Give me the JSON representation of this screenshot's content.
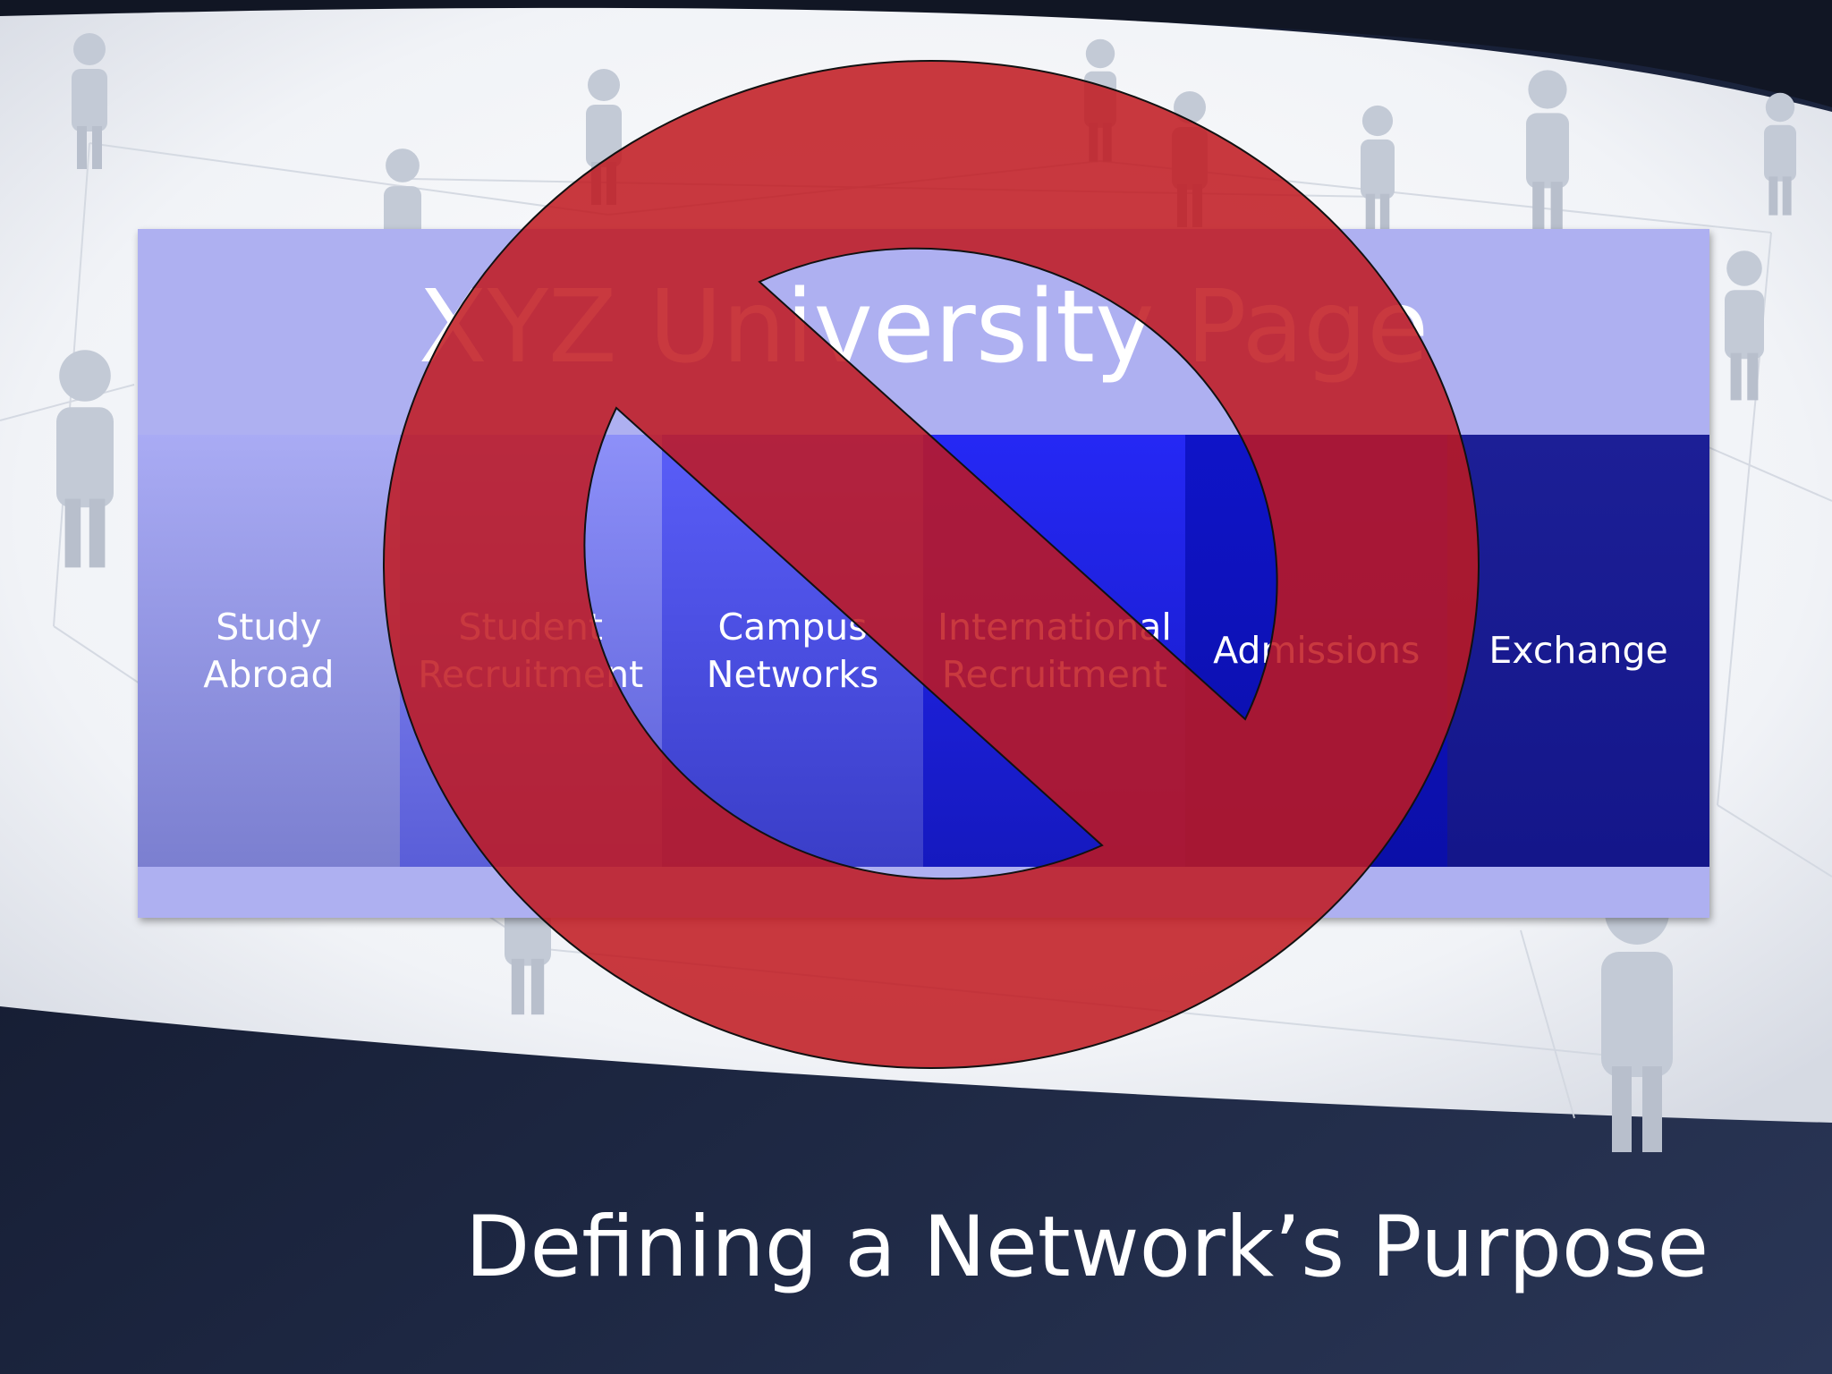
{
  "slide": {
    "diagram_title": "XYZ University Page",
    "footer_title": "Defining a Network’s Purpose",
    "boxes": [
      {
        "label": "Study\nAbroad",
        "color_top": "#a9abf4",
        "color_bottom": "#7b7fd0"
      },
      {
        "label": "Student\nRecruitment",
        "color_top": "#8d90f8",
        "color_bottom": "#5a5ed8"
      },
      {
        "label": "Campus\nNetworks",
        "color_top": "#5a5ef9",
        "color_bottom": "#3a3ec8"
      },
      {
        "label": "International\nRecruitment",
        "color_top": "#2528f5",
        "color_bottom": "#1519bf"
      },
      {
        "label": "Admissions",
        "color_top": "#0f14c8",
        "color_bottom": "#0b0fa8"
      },
      {
        "label": "Exchange",
        "color_top": "#1c1f96",
        "color_bottom": "#14168a"
      }
    ],
    "no_sign_color": "#c01820",
    "icons": [
      "people-network-background",
      "prohibition-icon"
    ]
  }
}
